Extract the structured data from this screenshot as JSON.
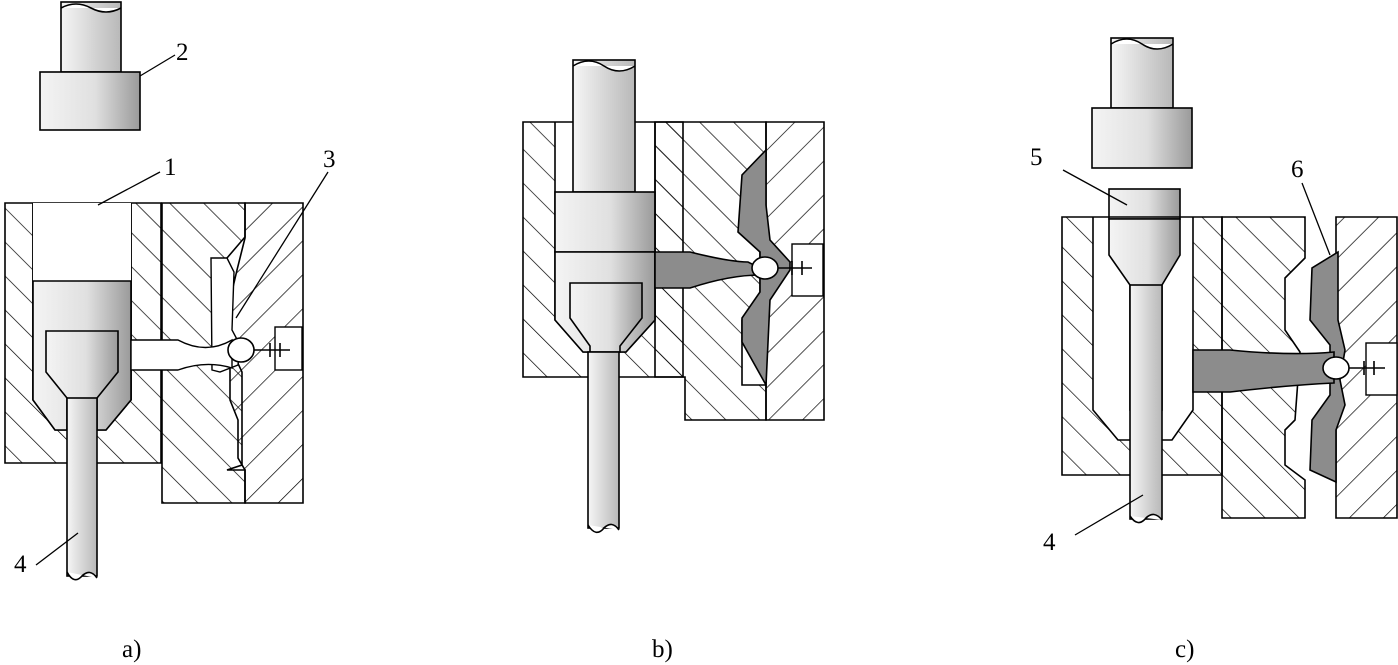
{
  "figure": {
    "panels": [
      {
        "caption": "a)"
      },
      {
        "caption": "b)"
      },
      {
        "caption": "c)"
      }
    ],
    "part_labels": {
      "a": [
        "1",
        "2",
        "3",
        "4"
      ],
      "c": [
        "4",
        "5",
        "6"
      ]
    },
    "colors": {
      "casting": "#8c8c8c",
      "punch_light": "#f2f2f2",
      "punch_dark": "#9a9a9a",
      "line": "#000000"
    }
  }
}
